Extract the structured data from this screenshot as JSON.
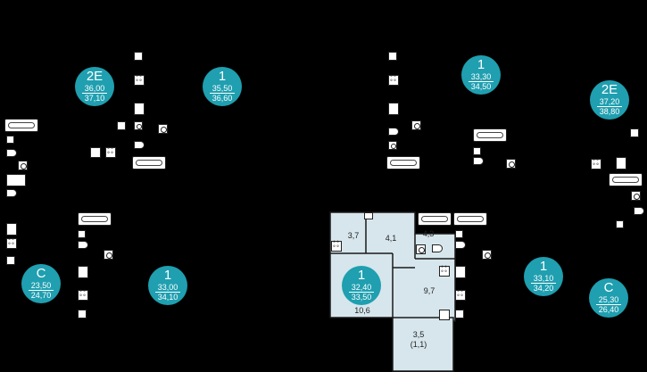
{
  "units": [
    {
      "type": "2Е",
      "area_a": "36,00",
      "area_b": "37,10"
    },
    {
      "type": "1",
      "area_a": "35,50",
      "area_b": "36,60"
    },
    {
      "type": "1",
      "area_a": "33,30",
      "area_b": "34,50"
    },
    {
      "type": "2Е",
      "area_a": "37,20",
      "area_b": "38,80"
    },
    {
      "type": "С",
      "area_a": "23,50",
      "area_b": "24,70"
    },
    {
      "type": "1",
      "area_a": "33,00",
      "area_b": "34,10"
    },
    {
      "type": "1",
      "area_a": "32,40",
      "area_b": "33,50"
    },
    {
      "type": "1",
      "area_a": "33,10",
      "area_b": "34,20"
    },
    {
      "type": "С",
      "area_a": "25,30",
      "area_b": "26,40"
    }
  ],
  "rooms": [
    {
      "label": "3,7"
    },
    {
      "label": "4,1"
    },
    {
      "label": "4,3"
    },
    {
      "label": "9,7"
    },
    {
      "label": "10,6"
    },
    {
      "label": "3,5"
    },
    {
      "label": "(1,1)"
    }
  ],
  "colors": {
    "badge": "#1f9fb0",
    "highlight": "#d6e6ec",
    "background": "#000000"
  }
}
